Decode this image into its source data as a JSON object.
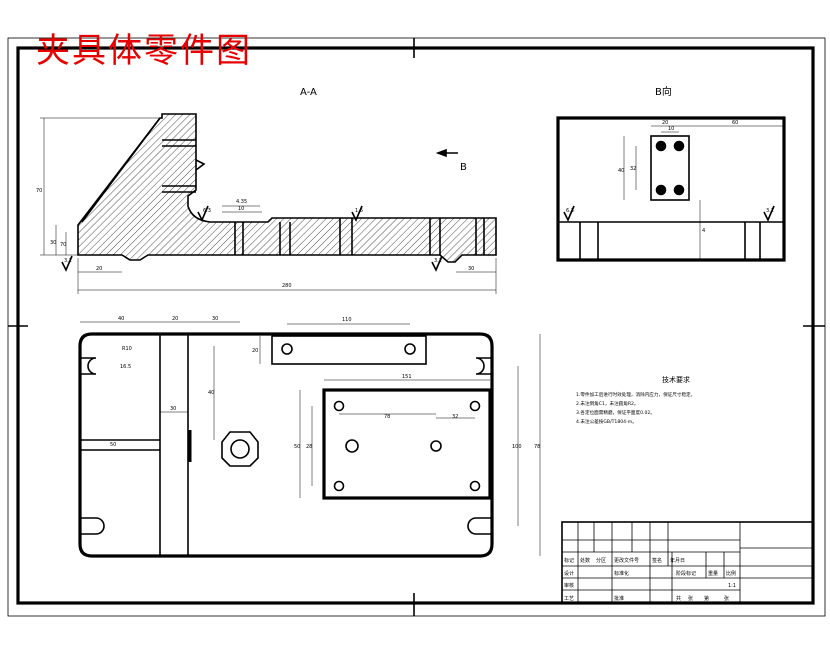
{
  "drawing": {
    "title": "夹具体零件图",
    "section_label": "A-A",
    "view_label": "B向",
    "arrow_label": "B",
    "tech_title": "技术要求",
    "tech_lines": [
      "1.零件加工后进行时效处理，消除内应力，保证尺寸稳定。",
      "2.未注倒角C1，未注圆角R2。",
      "3.各定位面需精磨，保证平面度0.02。",
      "4.未注公差按GB/T1804-m。"
    ],
    "dims_section": [
      "280",
      "30",
      "70",
      "20",
      "4.35",
      "10",
      "70",
      "30"
    ],
    "dims_view_b": [
      "20",
      "40",
      "60",
      "10",
      "32",
      "4"
    ],
    "dims_plan": [
      "40",
      "20",
      "30",
      "110",
      "20",
      "R10",
      "16.5",
      "30",
      "40",
      "50",
      "151",
      "78",
      "32",
      "50",
      "28",
      "100",
      "78"
    ],
    "surface_marks": [
      "3.2",
      "6.3",
      "1.6",
      "3.2",
      "6.3",
      "3.2"
    ],
    "title_block": {
      "row1": [
        "标记",
        "处数",
        "分区",
        "更改文件号",
        "签名",
        "年月日"
      ],
      "row2": [
        "设计",
        "",
        "标准化",
        "",
        "阶段标记",
        "重量",
        "比例"
      ],
      "row3": [
        "审核",
        "",
        "",
        "",
        "",
        "",
        "1:1"
      ],
      "row4": [
        "工艺",
        "",
        "批准",
        "",
        "共",
        "张",
        "第",
        "张"
      ]
    }
  }
}
